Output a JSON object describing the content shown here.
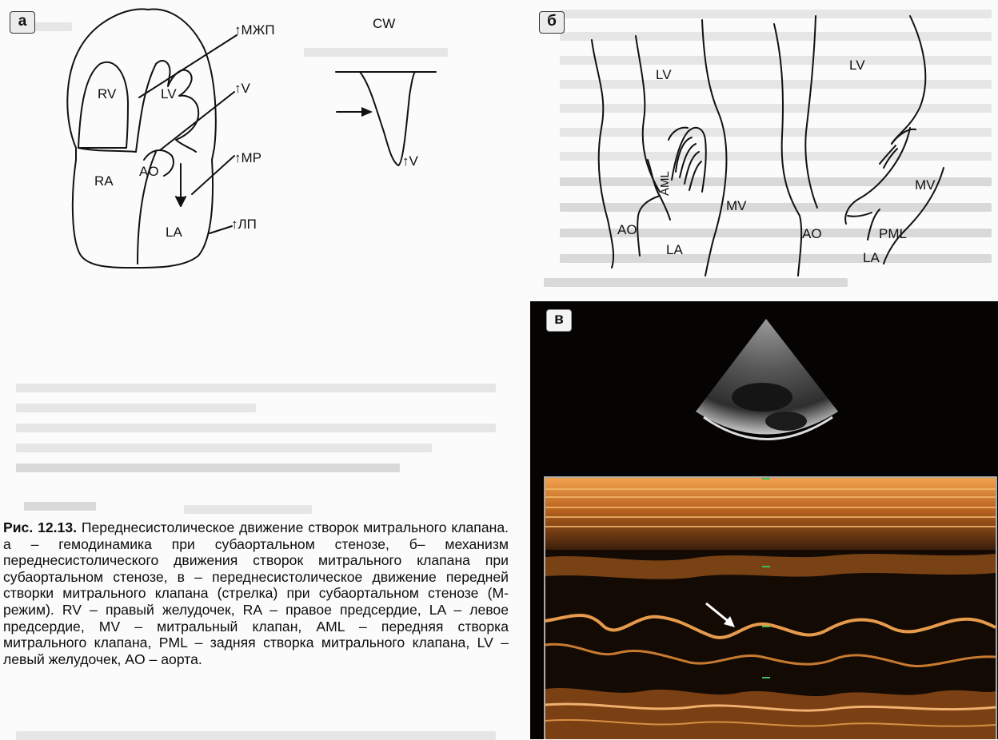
{
  "panel_a": {
    "badge": "а",
    "chambers": {
      "rv": "RV",
      "lv": "LV",
      "ra": "RA",
      "ao": "AO",
      "la": "LA"
    },
    "pointers": {
      "mzhp": "↑МЖП",
      "v": "↑V",
      "mr": "↑МР",
      "lp": "↑ЛП"
    },
    "cw": {
      "label": "CW",
      "v": "↑V"
    }
  },
  "panel_b": {
    "badge": "б",
    "left": {
      "lv": "LV",
      "aml": "AML",
      "mv": "MV",
      "ao": "AO",
      "la": "LA"
    },
    "right": {
      "lv": "LV",
      "mv": "MV",
      "pml": "PML",
      "ao": "AO",
      "la": "LA"
    }
  },
  "panel_c": {
    "badge": "в"
  },
  "caption": {
    "figure_label": "Рис. 12.13.",
    "text": " Переднесистолическое движение створок митрального клапана. а – гемодинамика при субаортальном стенозе, б– механизм переднесистолического движения створок митрального клапана при субаортальном стенозе, в – переднесистолическое движение передней створки митрального клапана (стрелка) при субаортальном стенозе (М-режим). RV – правый желудочек, RA – правое предсердие, LA – левое предсердие, MV – митральный клапан, AML – передняя створка митрального клапана, PML – задняя створка митрального клапана, LV – левый желудочек, AO – аорта."
  },
  "colors": {
    "ink": "#111111",
    "echo_background": "#050403",
    "echo_tissue": "#c8782a",
    "marker_green": "#3fbf5a"
  }
}
